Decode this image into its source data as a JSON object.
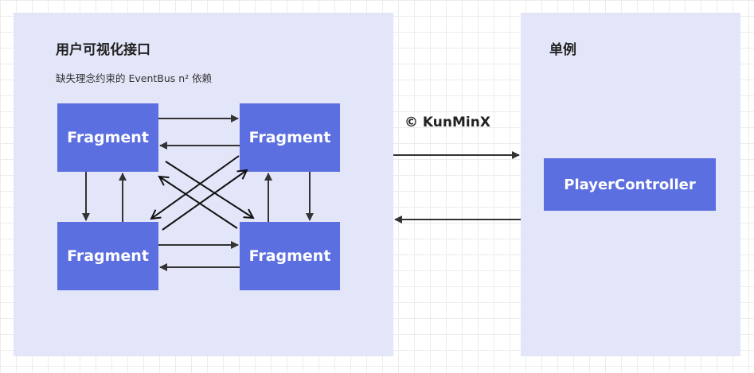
{
  "left_panel": {
    "title": "用户可视化接口",
    "subtitle": "缺失理念约束的 EventBus n² 依赖"
  },
  "right_panel": {
    "title": "单例"
  },
  "fragments": {
    "top_left": "Fragment",
    "top_right": "Fragment",
    "bottom_left": "Fragment",
    "bottom_right": "Fragment"
  },
  "player_controller": "PlayerController",
  "watermark": "© KunMinX",
  "colors": {
    "panel_bg": "#e3e5f9",
    "box_fill": "#5c6fe0",
    "arrow": "#333333"
  }
}
